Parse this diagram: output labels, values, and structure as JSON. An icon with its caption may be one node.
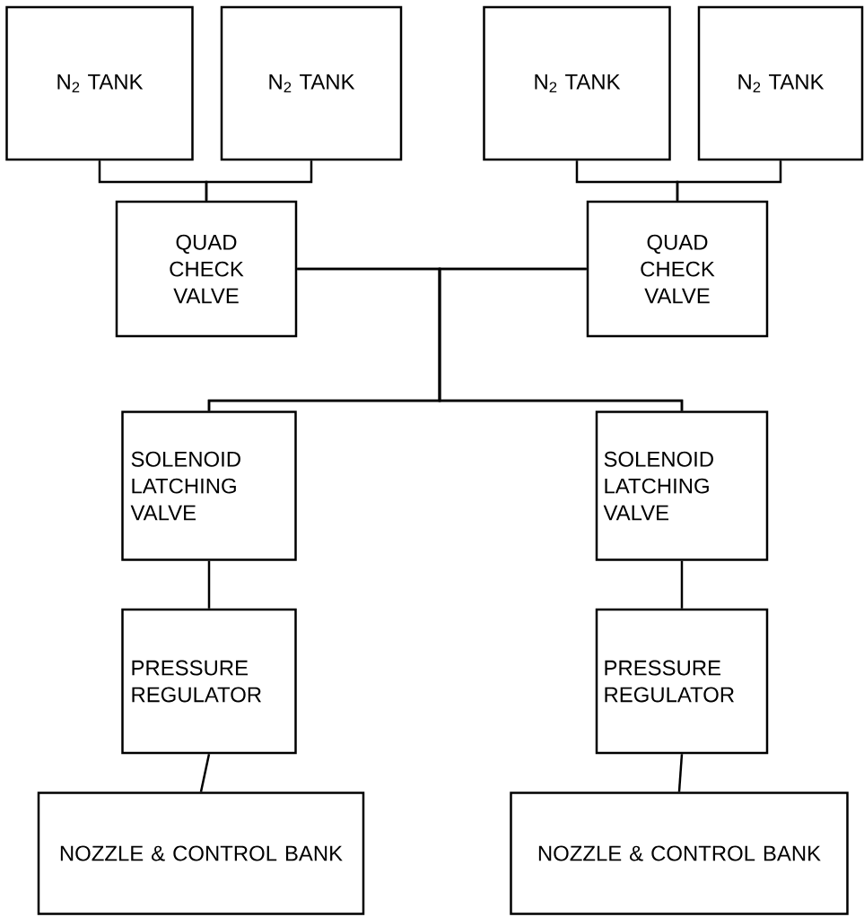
{
  "diagram": {
    "nodes": [
      {
        "text": [
          "N$_{2}$ TANK"
        ]
      },
      {
        "text": [
          "N$_{2}$ TANK"
        ]
      },
      {
        "text": [
          "N$_{2}$ TANK"
        ]
      },
      {
        "text": [
          "N$_{2}$ TANK"
        ]
      },
      {
        "text": [
          "QUAD CHECK VALVE"
        ]
      },
      {
        "text": [
          "QUAD CHECK VALVE"
        ]
      },
      {
        "text": [
          "SOLENOID LATCHING VALVE"
        ]
      },
      {
        "text": [
          "SOLENOID LATCHING VALVE"
        ]
      },
      {
        "text": [
          "PRESSURE REGULATOR"
        ]
      },
      {
        "text": [
          "PRESSURE REGULATOR"
        ]
      },
      {
        "text": [
          "NOZZLE & CONTROL BANK"
        ]
      },
      {
        "text": [
          "NOZZLE & CONTROL BANK"
        ]
      }
    ],
    "edges": [
      {
        "from": 0,
        "to": 4,
        "arrow": "none"
      },
      {
        "from": 1,
        "to": 4,
        "arrow": "none"
      },
      {
        "from": 2,
        "to": 5,
        "arrow": "none"
      },
      {
        "from": 3,
        "to": 5,
        "arrow": "none"
      },
      {
        "from": 4,
        "to": 6,
        "arrow": "none"
      },
      {
        "from": 4,
        "to": 7,
        "arrow": "none"
      },
      {
        "from": 5,
        "to": 6,
        "arrow": "none"
      },
      {
        "from": 5,
        "to": 7,
        "arrow": "none"
      },
      {
        "from": 6,
        "to": 8,
        "arrow": "none"
      },
      {
        "from": 8,
        "to": 10,
        "arrow": "none"
      },
      {
        "from": 7,
        "to": 9,
        "arrow": "none"
      },
      {
        "from": 9,
        "to": 11,
        "arrow": "none"
      }
    ]
  }
}
